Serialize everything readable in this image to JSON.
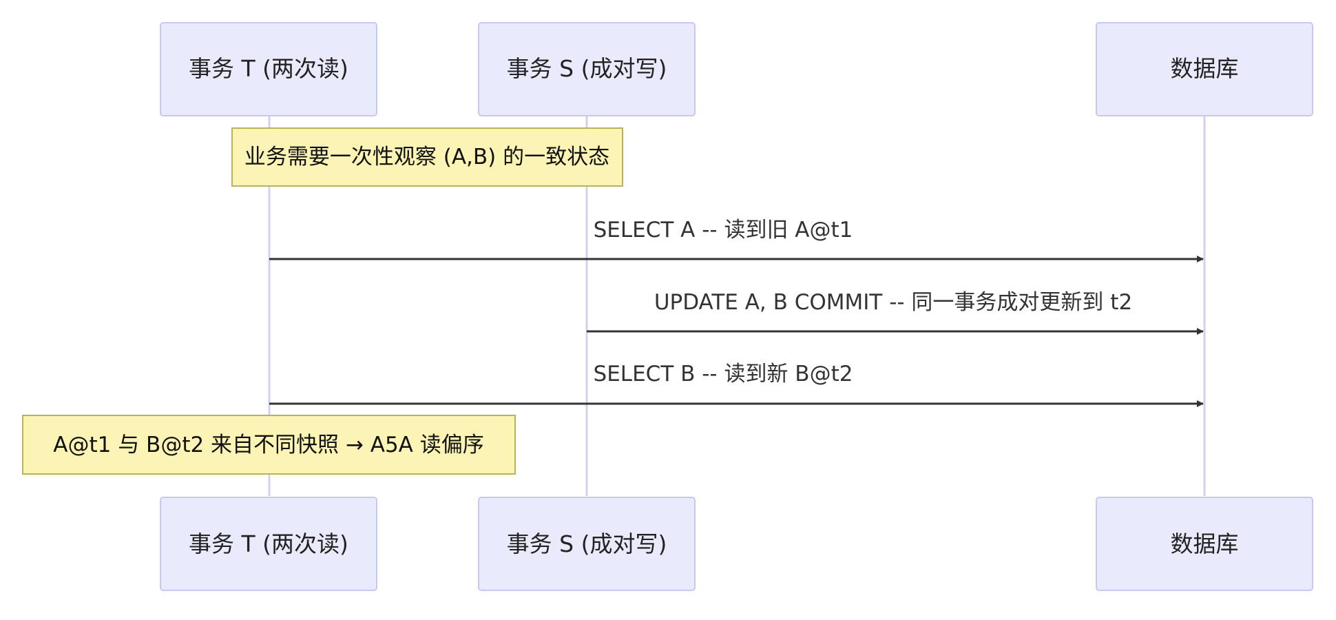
{
  "diagram": {
    "participants": [
      {
        "id": "T",
        "label": "事务 T (两次读)"
      },
      {
        "id": "S",
        "label": "事务 S (成对写)"
      },
      {
        "id": "DB",
        "label": "数据库"
      }
    ],
    "notes": [
      {
        "id": "note1",
        "text": "业务需要一次性观察 (A,B) 的一致状态"
      },
      {
        "id": "note2",
        "text": "A@t1 与 B@t2 来自不同快照 → A5A 读偏序"
      }
    ],
    "messages": [
      {
        "id": "msg1",
        "from": "T",
        "to": "DB",
        "text": "SELECT A -- 读到旧 A@t1"
      },
      {
        "id": "msg2",
        "from": "S",
        "to": "DB",
        "text": "UPDATE A, B COMMIT -- 同一事务成对更新到 t2"
      },
      {
        "id": "msg3",
        "from": "T",
        "to": "DB",
        "text": "SELECT B -- 读到新 B@t2"
      }
    ],
    "colors": {
      "actor_fill": "#eaeafd",
      "actor_stroke": "#c8c8ee",
      "lifeline": "#d3d0ee",
      "note_fill": "#fbf4b4",
      "note_stroke": "#b8b35a",
      "arrow": "#333333"
    }
  }
}
